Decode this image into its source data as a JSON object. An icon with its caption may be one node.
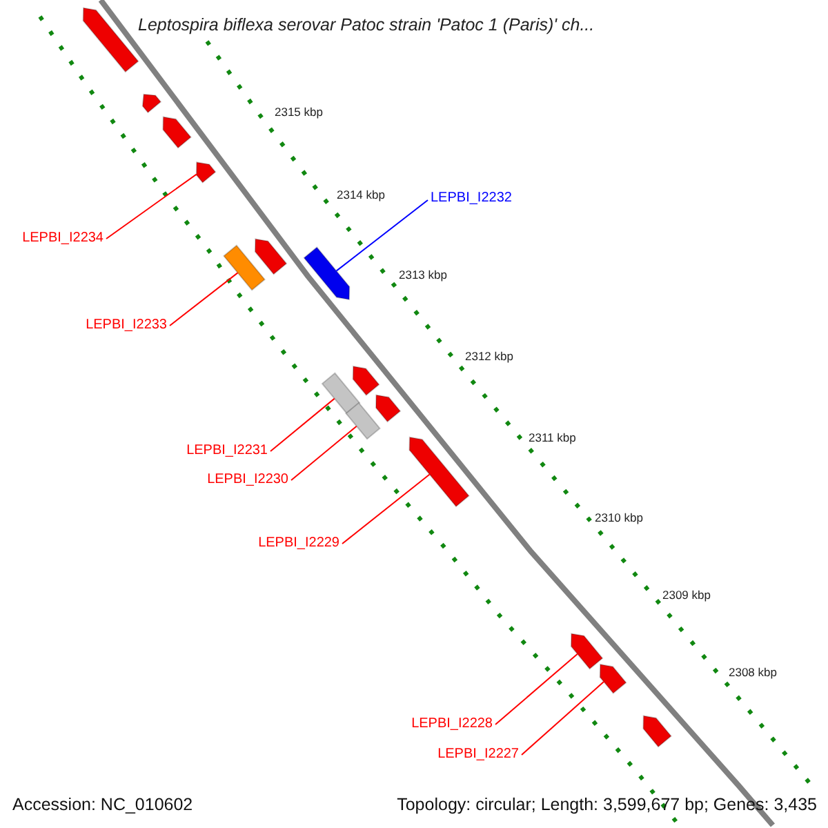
{
  "diagram": {
    "title": "Leptospira biflexa serovar Patoc strain 'Patoc 1 (Paris)' ch...",
    "nodes": [
      {
        "text": [],
        "shape": "bar"
      },
      {
        "text": [],
        "shape": "bar"
      },
      {
        "text": [],
        "shape": "bar"
      },
      {
        "text": [],
        "shape": "bar"
      },
      {
        "text": [],
        "shape": "bar"
      },
      {
        "text": [],
        "shape": "bar"
      },
      {
        "text": [],
        "shape": "bar"
      },
      {
        "text": [],
        "shape": "bar"
      },
      {
        "text": [],
        "shape": "bar"
      },
      {
        "text": [],
        "shape": "bar"
      },
      {
        "text": [],
        "shape": "bar"
      },
      {
        "text": [],
        "shape": "bar"
      },
      {
        "text": [],
        "shape": "bar"
      },
      {
        "text": [],
        "shape": "bar"
      },
      {
        "text": [],
        "shape": "bar"
      },
      {
        "text": [
          "LEPBI_I2234"
        ]
      },
      {
        "text": [
          "LEPBI_I2232"
        ]
      },
      {
        "text": [
          "LEPBI_I2233"
        ]
      },
      {
        "text": [
          "LEPBI_I2231"
        ]
      },
      {
        "text": [
          "LEPBI_I2230"
        ]
      },
      {
        "text": [
          "LEPBI_I2229"
        ]
      },
      {
        "text": [
          "LEPBI_I2228"
        ]
      },
      {
        "text": [
          "LEPBI_I2227"
        ]
      }
    ],
    "edges": [
      {
        "from": 15,
        "to": 3,
        "arrow": "none"
      },
      {
        "from": 16,
        "to": 6,
        "arrow": "none",
        "color": "#0000ff"
      },
      {
        "from": 17,
        "to": 4,
        "arrow": "none"
      },
      {
        "from": 18,
        "to": 8,
        "arrow": "none"
      },
      {
        "from": 19,
        "to": 10,
        "arrow": "none"
      },
      {
        "from": 20,
        "to": 11,
        "arrow": "none"
      },
      {
        "from": 21,
        "to": 12,
        "arrow": "none"
      },
      {
        "from": 22,
        "to": 13,
        "arrow": "none"
      }
    ],
    "labels": [
      "2315 kbp",
      "2314 kbp",
      "2313 kbp",
      "2312 kbp",
      "2311 kbp",
      "2310 kbp",
      "2309 kbp",
      "2308 kbp",
      "Accession: NC_010602",
      "Topology: circular; Length: 3,599,677 bp; Genes: 3,435"
    ]
  }
}
